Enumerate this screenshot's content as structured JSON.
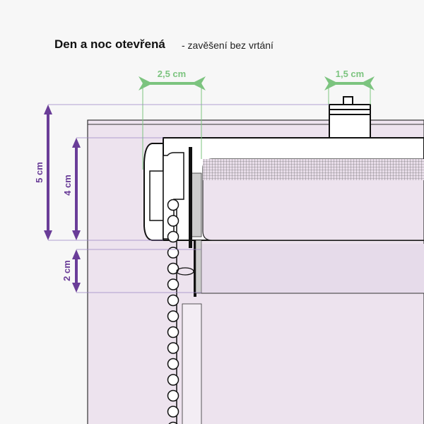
{
  "title": "Den a noc otevřená",
  "subtitle": "- zavěšení bez vrtání",
  "dimensions": {
    "width_profile": "2,5 cm",
    "width_bracket": "1,5 cm",
    "height_total": "5 cm",
    "height_cassette": "4 cm",
    "height_gap": "2 cm"
  },
  "colors": {
    "green": "#7cc47f",
    "purple": "#6a3d98",
    "fabric": "#ede3ee"
  }
}
